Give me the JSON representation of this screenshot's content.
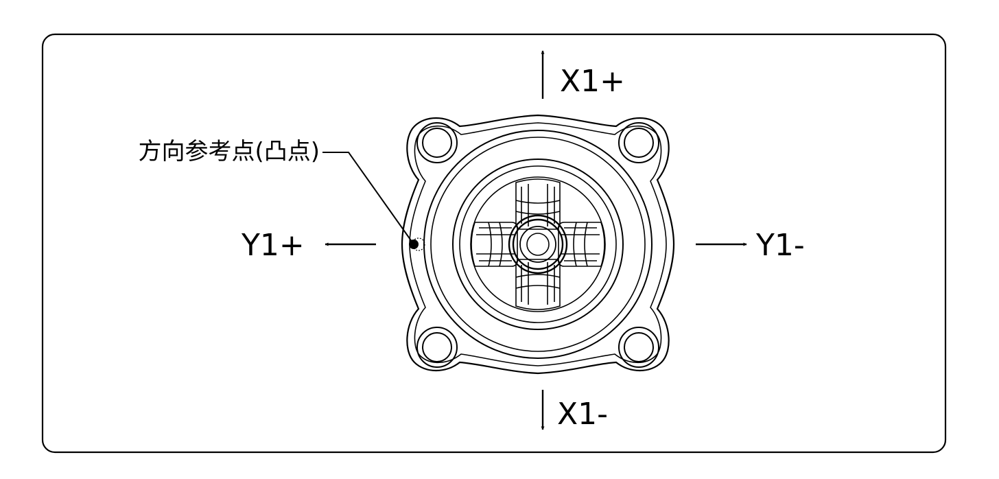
{
  "labels": {
    "x_plus": "X1+",
    "x_minus": "X1-",
    "y_plus": "Y1+",
    "y_minus": "Y1-",
    "reference_point": "方向参考点(凸点)"
  },
  "colors": {
    "stroke": "#000000",
    "background": "#ffffff"
  }
}
